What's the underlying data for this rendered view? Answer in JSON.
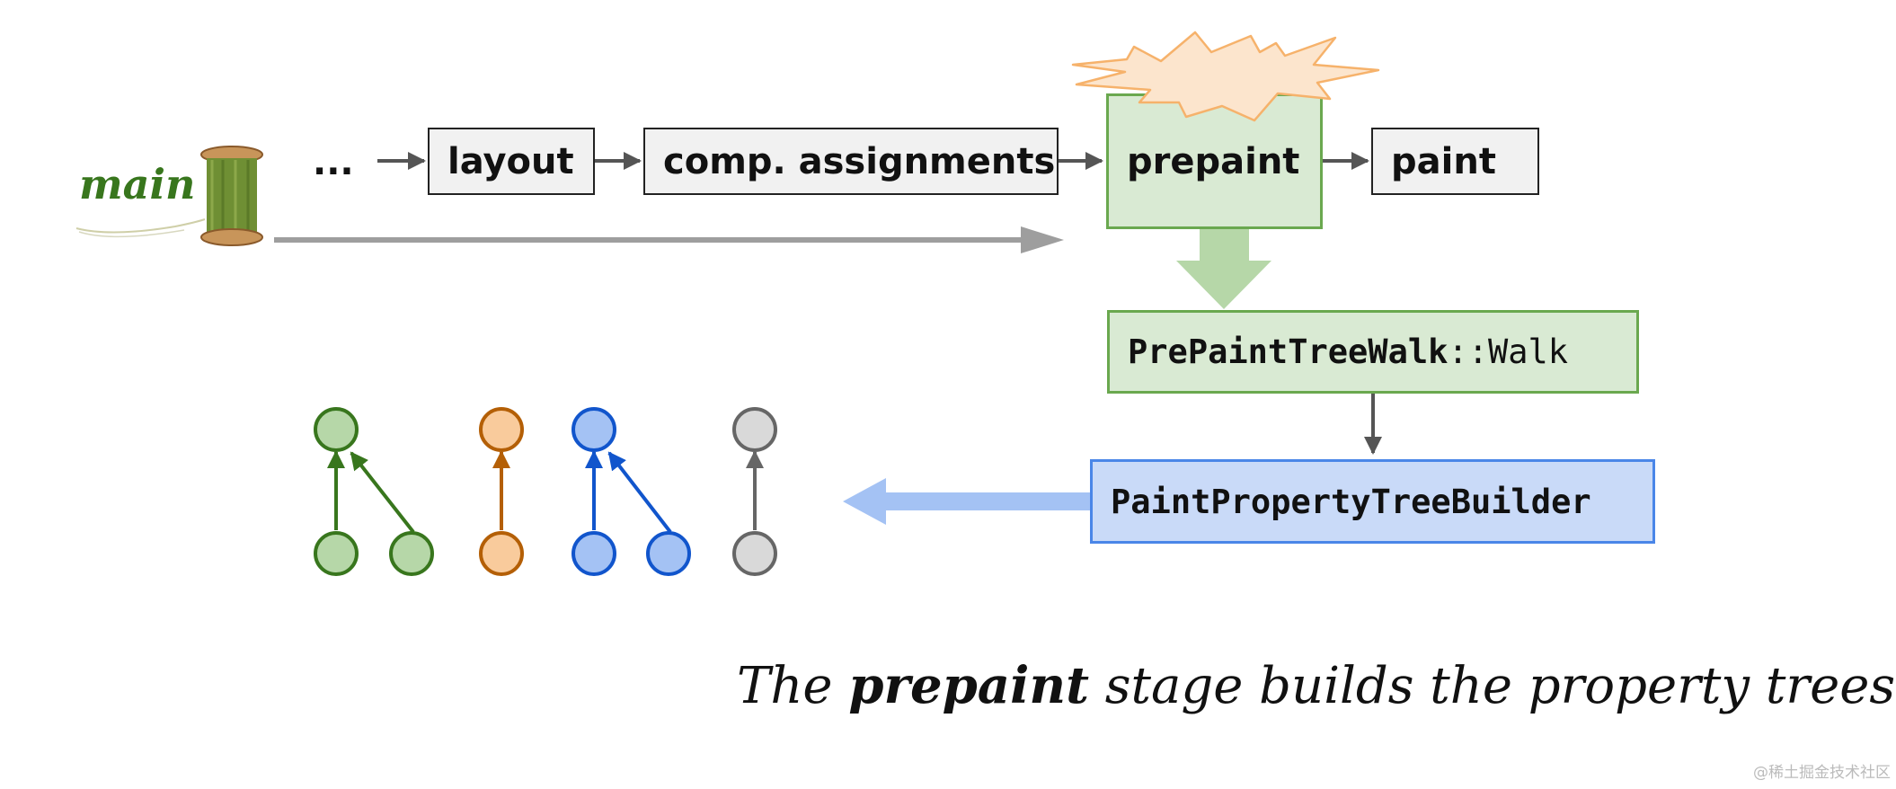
{
  "pipeline": {
    "main_label": "main",
    "ellipsis": "...",
    "stages": {
      "layout": "layout",
      "comp_assignments": "comp. assignments",
      "prepaint": "prepaint",
      "paint": "paint"
    }
  },
  "detail": {
    "walk_class": "PrePaintTreeWalk",
    "walk_sep": "::",
    "walk_method": "Walk",
    "builder": "PaintPropertyTreeBuilder"
  },
  "caption": {
    "before": "The ",
    "emphasis": "prepaint",
    "after": " stage builds the property trees."
  },
  "watermark": "@稀土掘金技术社区",
  "colors": {
    "green_fill": "#b6d7a8",
    "green_stroke": "#38761d",
    "orange_fill": "#f9cb9c",
    "orange_stroke": "#b45f06",
    "blue_fill": "#a4c2f4",
    "blue_stroke": "#1155cc",
    "gray_fill": "#d9d9d9",
    "gray_stroke": "#666666",
    "burst_fill": "#fce5cd",
    "burst_stroke": "#f6b26b"
  },
  "icons": [
    "thread-spool-icon",
    "explosion-burst-icon"
  ]
}
